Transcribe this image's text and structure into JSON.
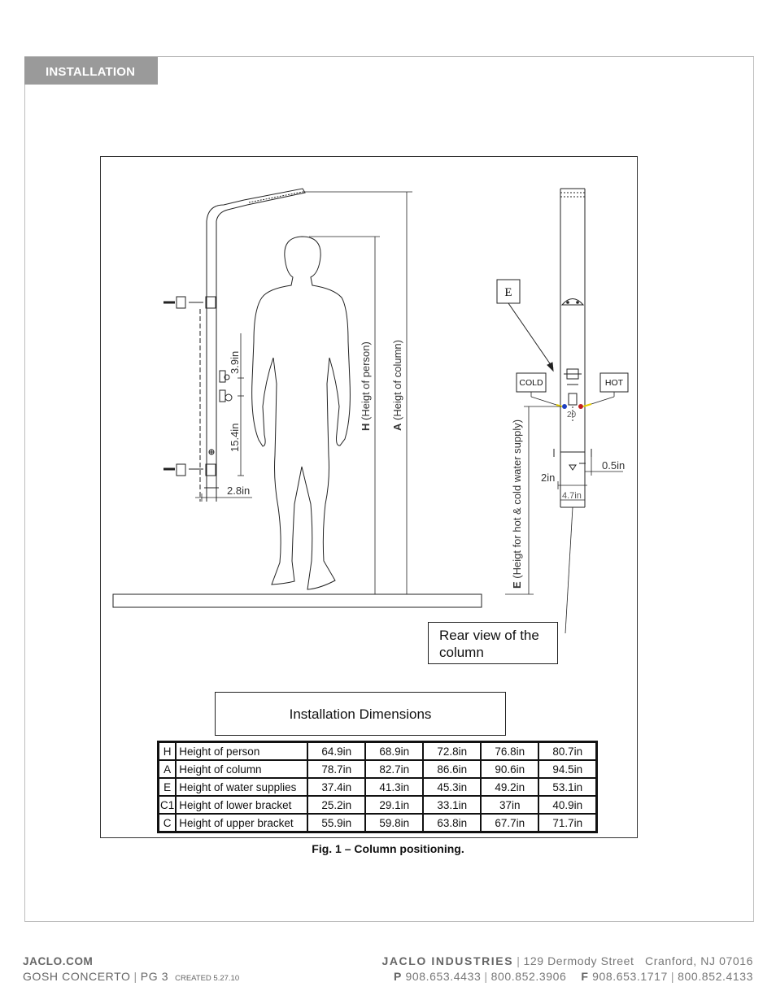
{
  "section": {
    "tab_label": "INSTALLATION"
  },
  "drawing": {
    "dim_upper_gap": "3.9in",
    "dim_lower_gap": "15.4in",
    "dim_wall_offset": "2.8in",
    "label_h_letter": "H",
    "label_h_text": " (Heigt of person)",
    "label_a_letter": "A",
    "label_a_text": " (Heigt of column)",
    "label_e_letter": "E",
    "label_e_text": " (Heigt for hot & cold water supply)",
    "callout_e": "E",
    "cold_label": "COLD",
    "hot_label": "HOT",
    "dim_inlet_spacing": "20",
    "dim_side": "0.5in",
    "dim_offset": "2in",
    "dim_width": "4.7in",
    "rear_view_label": "Rear view of the column"
  },
  "dimensions_table": {
    "title": "Installation Dimensions",
    "rows": [
      {
        "code": "H",
        "label": "Height of person",
        "values": [
          "64.9in",
          "68.9in",
          "72.8in",
          "76.8in",
          "80.7in"
        ]
      },
      {
        "code": "A",
        "label": "Height of column",
        "values": [
          "78.7in",
          "82.7in",
          "86.6in",
          "90.6in",
          "94.5in"
        ]
      },
      {
        "code": "E",
        "label": "Height of water supplies",
        "values": [
          "37.4in",
          "41.3in",
          "45.3in",
          "49.2in",
          "53.1in"
        ]
      },
      {
        "code": "C1",
        "label": "Height of lower bracket",
        "values": [
          "25.2in",
          "29.1in",
          "33.1in",
          "37in",
          "40.9in"
        ]
      },
      {
        "code": "C",
        "label": "Height of upper bracket",
        "values": [
          "55.9in",
          "59.8in",
          "63.8in",
          "67.7in",
          "71.7in"
        ]
      }
    ]
  },
  "caption": "Fig. 1 – Column positioning.",
  "footer": {
    "site": "JACLO.COM",
    "product": "GOSH CONCERTO",
    "page": "PG 3",
    "created": "CREATED 5.27.10",
    "company": "JACLO INDUSTRIES",
    "address": "129 Dermody Street",
    "city": "Cranford, NJ 07016",
    "phone_prefix": "P",
    "phone_1": "908.653.4433",
    "phone_2": "800.852.3906",
    "fax_prefix": "F",
    "fax_1": "908.653.1717",
    "fax_2": "800.852.4133"
  },
  "colors": {
    "tab_background": "#9a9a9a",
    "frame_border": "#bdbdbd",
    "cold_marker": "#2040c0",
    "hot_marker": "#c02020",
    "inlet_yellow": "#e8d000"
  }
}
